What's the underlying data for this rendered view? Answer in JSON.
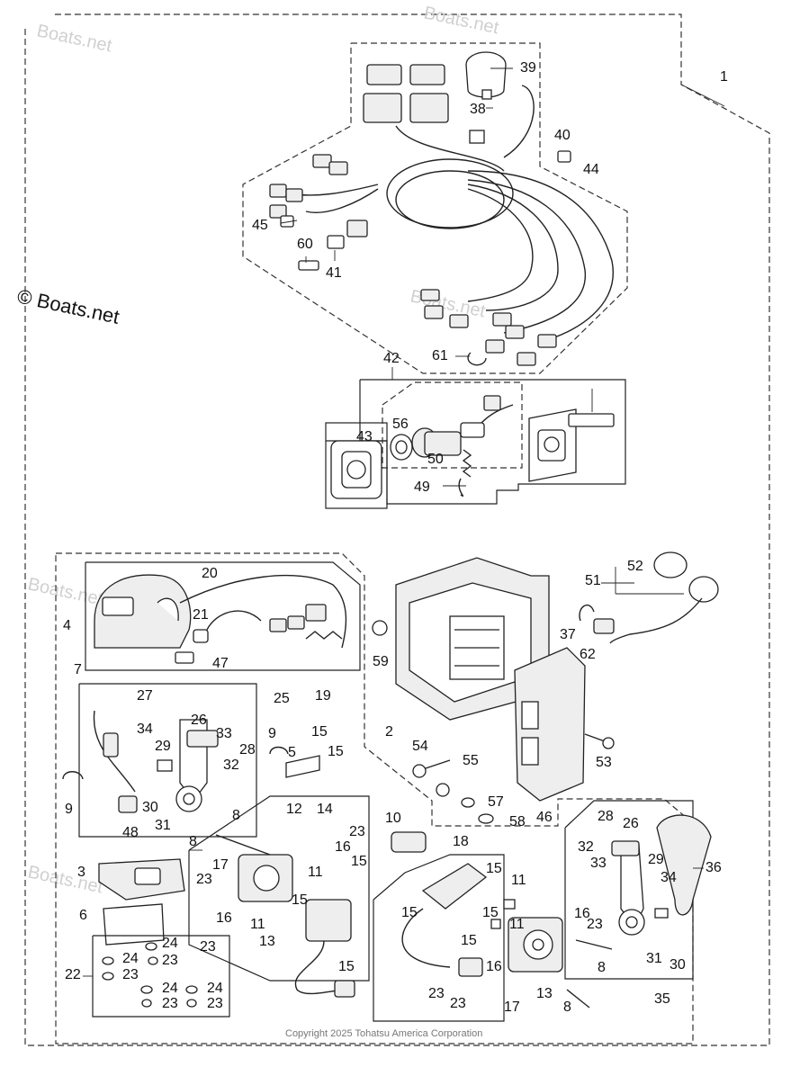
{
  "watermark": {
    "text": "Boats.net",
    "main": "© Boats.net"
  },
  "copyright": "Copyright 2025 Tohatsu America Corporation",
  "callouts": [
    "1",
    "2",
    "3",
    "4",
    "5",
    "6",
    "7",
    "8",
    "9",
    "10",
    "11",
    "12",
    "13",
    "14",
    "15",
    "16",
    "17",
    "18",
    "19",
    "20",
    "21",
    "22",
    "23",
    "24",
    "25",
    "26",
    "27",
    "28",
    "29",
    "30",
    "31",
    "32",
    "33",
    "34",
    "35",
    "36",
    "37",
    "38",
    "39",
    "40",
    "41",
    "42",
    "43",
    "44",
    "45",
    "46",
    "47",
    "48",
    "49",
    "50",
    "51",
    "52",
    "53",
    "54",
    "55",
    "56",
    "57",
    "58",
    "59",
    "60",
    "61",
    "62"
  ]
}
